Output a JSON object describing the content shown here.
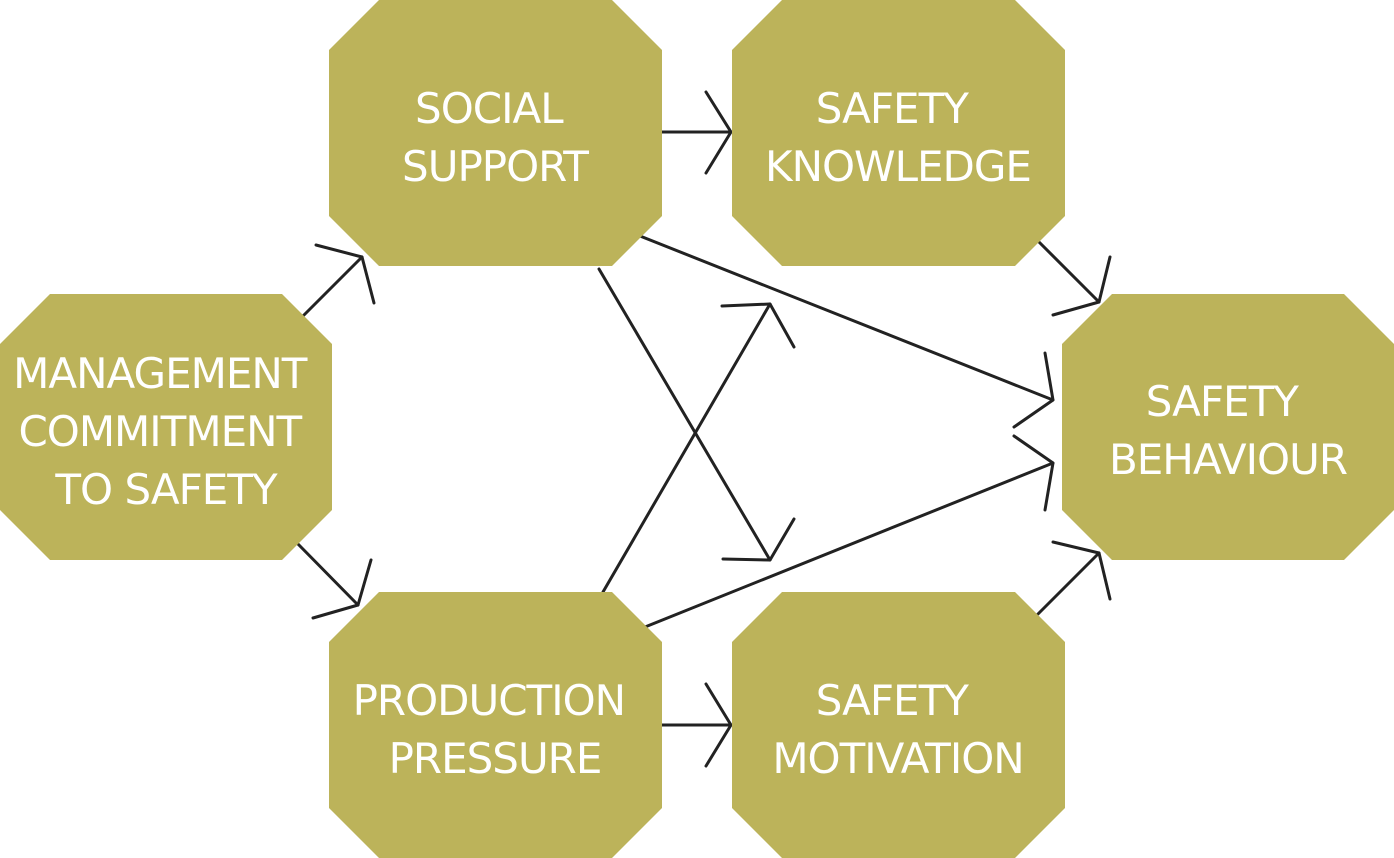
{
  "diagram": {
    "nodes": [
      {
        "id": "management",
        "lines": [
          "MANAGEMENT",
          "COMMITMENT",
          "TO SAFETY"
        ]
      },
      {
        "id": "social",
        "lines": [
          "SOCIAL",
          "SUPPORT"
        ]
      },
      {
        "id": "production",
        "lines": [
          "PRODUCTION",
          "PRESSURE"
        ]
      },
      {
        "id": "knowledge",
        "lines": [
          "SAFETY",
          "KNOWLEDGE"
        ]
      },
      {
        "id": "motivation",
        "lines": [
          "SAFETY",
          "MOTIVATION"
        ]
      },
      {
        "id": "behaviour",
        "lines": [
          "SAFETY",
          "BEHAVIOUR"
        ]
      }
    ],
    "edges": [
      {
        "from": "management",
        "to": "social"
      },
      {
        "from": "management",
        "to": "production"
      },
      {
        "from": "social",
        "to": "knowledge"
      },
      {
        "from": "social",
        "to": "motivation"
      },
      {
        "from": "social",
        "to": "behaviour"
      },
      {
        "from": "production",
        "to": "knowledge"
      },
      {
        "from": "production",
        "to": "motivation"
      },
      {
        "from": "production",
        "to": "behaviour"
      },
      {
        "from": "knowledge",
        "to": "behaviour"
      },
      {
        "from": "motivation",
        "to": "behaviour"
      }
    ],
    "colors": {
      "node_fill": "#bcb35a",
      "node_text": "#ffffff",
      "arrow": "#222222"
    }
  }
}
